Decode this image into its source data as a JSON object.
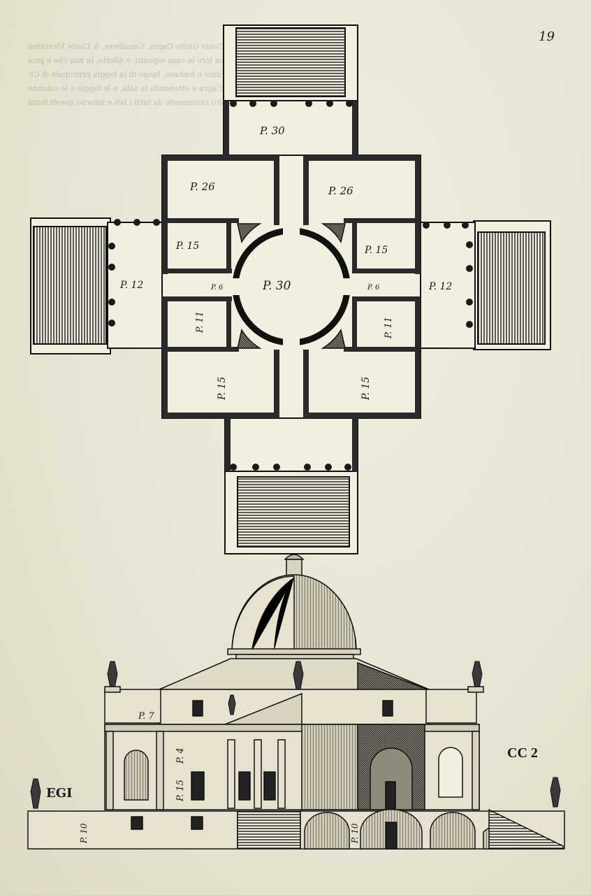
{
  "page": {
    "folio": "19",
    "signature": "CC 2",
    "show_through_lines": [
      "ILA MAGORA il Signor Conte Giulio Capra, Caualliere, & Conte Vicentino",
      "anno dell'edificio, fu a prima loro la casa esposto, e diletto, la mia che e pica",
      "fontana di giardino e giardino e fontane, luogo di la loggia principale di Cr.",
      "e di ornamento per lo Conte Capra e ottenendo la sala, e le loggie e le colonne",
      "e diletto e molto riccamente da tutti i lati e intorno questi fiumi"
    ]
  },
  "plan": {
    "room_labels": {
      "top_portico": "P. 30",
      "top_left_room": "P. 26",
      "top_right_room": "P. 26",
      "left_upper_small": "P. 15",
      "right_upper_small": "P. 15",
      "left_portico": "P. 12",
      "right_portico": "P. 12",
      "central_hall": "P. 30",
      "left_passage": "P. 6",
      "right_passage": "P. 6",
      "left_lower_small": "P. 11",
      "right_lower_small": "P. 11",
      "bottom_left_room": "P. 15",
      "bottom_right_room": "P. 15"
    }
  },
  "elevation": {
    "labels": {
      "cornice_left": "P. 7",
      "wall_left": "P. 15",
      "wall_left_upper": "P. 4",
      "podium_left": "P. 10",
      "podium_right": "P. 10",
      "inscription": "EGI"
    }
  }
}
